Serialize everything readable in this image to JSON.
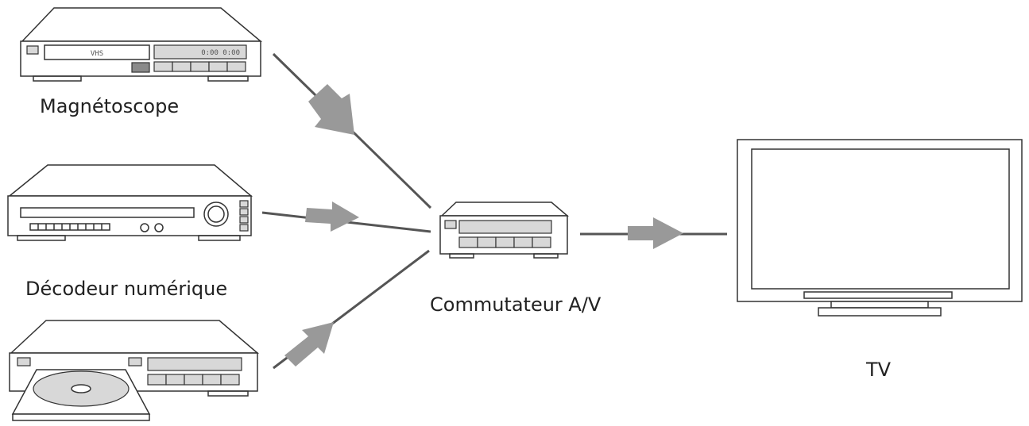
{
  "devices": {
    "vcr": {
      "label": "Magnétoscope",
      "tape_text": "VHS",
      "clock_text": "0:00 0:00"
    },
    "decoder": {
      "label": "Décodeur numérique"
    },
    "dvd": {
      "label": ""
    },
    "switch": {
      "label": "Commutateur A/V"
    },
    "tv": {
      "label": "TV"
    }
  },
  "colors": {
    "outline": "#333333",
    "cable": "#555555",
    "arrow": "#999999",
    "panel": "#d8d8d8"
  }
}
